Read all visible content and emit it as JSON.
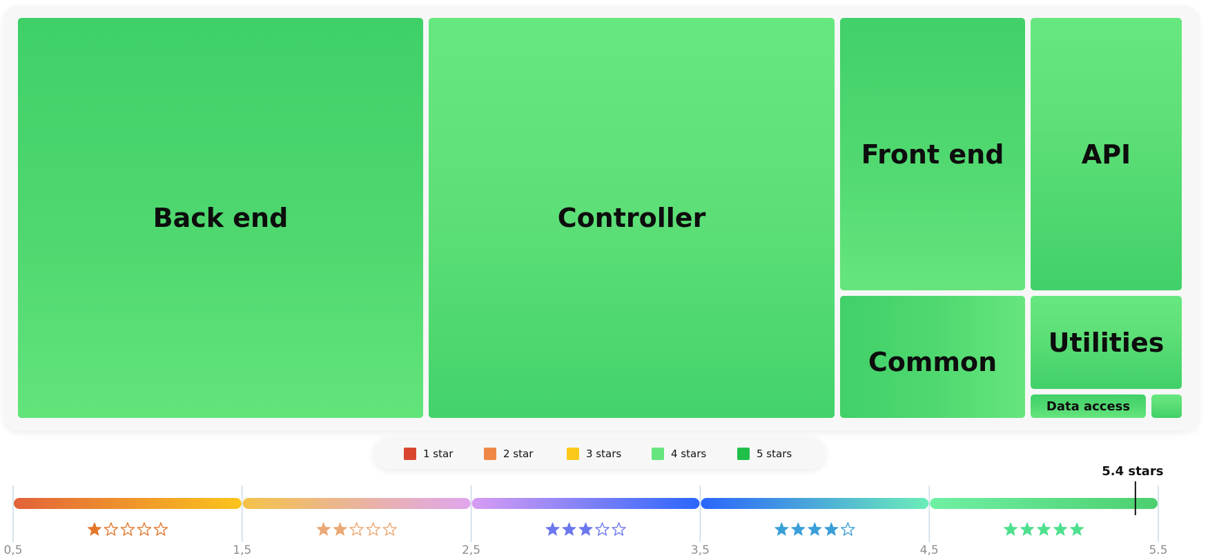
{
  "chart_data": [
    {
      "type": "treemap",
      "items": [
        {
          "label": "Back end",
          "rating": "4 stars"
        },
        {
          "label": "Controller",
          "rating": "4 stars"
        },
        {
          "label": "Front end",
          "rating": "4 stars"
        },
        {
          "label": "API",
          "rating": "4 stars"
        },
        {
          "label": "Common",
          "rating": "4 stars"
        },
        {
          "label": "Utilities",
          "rating": "4 stars"
        },
        {
          "label": "Data access",
          "rating": "4 stars"
        },
        {
          "label": "",
          "rating": "4 stars"
        }
      ]
    },
    {
      "type": "rating-scale",
      "ticks": [
        "0,5",
        "1,5",
        "2,5",
        "3,5",
        "4,5",
        "5.5"
      ],
      "tick_values": [
        0.5,
        1.5,
        2.5,
        3.5,
        4.5,
        5.5
      ],
      "range": [
        0.5,
        5.5
      ],
      "segments": [
        {
          "stars": 1,
          "colors": [
            "#e2623a",
            "#fbc51c"
          ],
          "star_color": "#e4762a"
        },
        {
          "stars": 2,
          "colors": [
            "#f4c248",
            "#e0a6ef"
          ],
          "star_color": "#e9a875"
        },
        {
          "stars": 3,
          "colors": [
            "#d79cf3",
            "#2b66fb"
          ],
          "star_color": "#6c78ef"
        },
        {
          "stars": 4,
          "colors": [
            "#2a66fb",
            "#6cedb8"
          ],
          "star_color": "#3a9fd8"
        },
        {
          "stars": 5,
          "colors": [
            "#6ff0a4",
            "#4ccf6e"
          ],
          "star_color": "#4fe08f"
        }
      ],
      "marker": {
        "value": 5.4,
        "label": "5.4 stars"
      }
    }
  ],
  "legend": [
    {
      "label": "1 star",
      "color": "#d9462f"
    },
    {
      "label": "2 star",
      "color": "#ef8845"
    },
    {
      "label": "3 stars",
      "color": "#fbc91a"
    },
    {
      "label": "4 stars",
      "color": "#66e57e"
    },
    {
      "label": "5 stars",
      "color": "#1fbf4a"
    }
  ]
}
